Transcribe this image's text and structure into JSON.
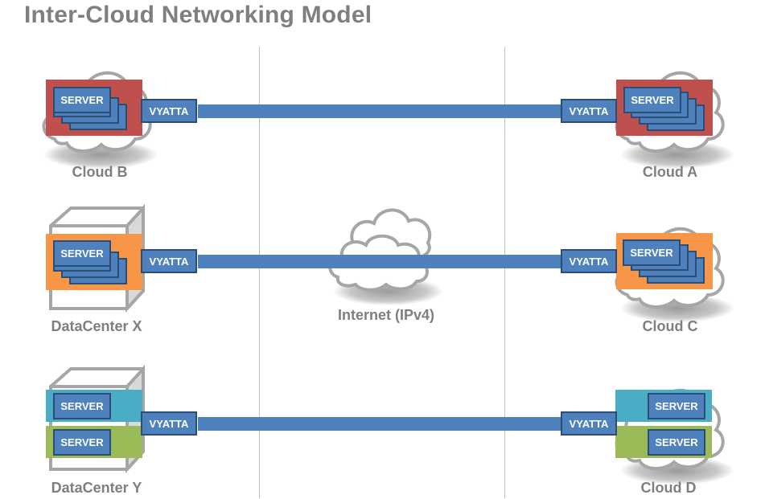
{
  "title": "Inter-Cloud Networking Model",
  "colors": {
    "link": "#4f81bd",
    "box_border": "#2c4d75",
    "red": "#c0504d",
    "orange": "#f79646",
    "teal": "#4bacc6",
    "green": "#9bbb59",
    "outline_gray": "#a6a6a6",
    "label_gray": "#7f7f7f"
  },
  "nodes": {
    "cloud_b": {
      "label": "Cloud B",
      "type": "cloud",
      "server_label": "SERVER",
      "router_label": "VYATTA"
    },
    "cloud_a": {
      "label": "Cloud A",
      "type": "cloud",
      "server_label": "SERVER",
      "router_label": "VYATTA"
    },
    "datacenter_x": {
      "label": "DataCenter X",
      "type": "datacenter",
      "server_label": "SERVER",
      "router_label": "VYATTA"
    },
    "cloud_c": {
      "label": "Cloud C",
      "type": "cloud",
      "server_label": "SERVER",
      "router_label": "VYATTA"
    },
    "datacenter_y": {
      "label": "DataCenter Y",
      "type": "datacenter",
      "servers": [
        "SERVER",
        "SERVER"
      ],
      "router_label": "VYATTA"
    },
    "cloud_d": {
      "label": "Cloud D",
      "type": "cloud",
      "servers": [
        "SERVER",
        "SERVER"
      ],
      "router_label": "VYATTA"
    }
  },
  "internet": {
    "label": "Internet (IPv4)"
  },
  "links": [
    {
      "from": "Cloud B",
      "to": "Cloud A"
    },
    {
      "from": "DataCenter X",
      "to": "Cloud C"
    },
    {
      "from": "DataCenter Y",
      "to": "Cloud D"
    }
  ]
}
